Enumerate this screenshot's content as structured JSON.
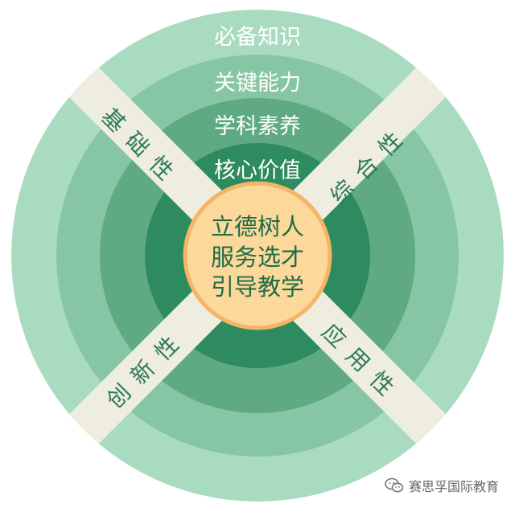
{
  "rings": [
    {
      "label": "必备知识",
      "color": "#a9dbc1"
    },
    {
      "label": "关键能力",
      "color": "#87c6a4"
    },
    {
      "label": "学科素养",
      "color": "#5fa983"
    },
    {
      "label": "核心价值",
      "color": "#2e8a5f"
    }
  ],
  "center": {
    "lines": [
      "立德树人",
      "服务选才",
      "引导教学"
    ],
    "fill": "#fcd89a",
    "border": "#f4b566"
  },
  "arms": {
    "top_left": "基础性",
    "top_right": "综合性",
    "bottom_left": "创新性",
    "bottom_right": "应用性",
    "band_color": "#efece0"
  },
  "watermark": {
    "text": "赛思孚国际教育",
    "icon": "wechat-icon"
  }
}
